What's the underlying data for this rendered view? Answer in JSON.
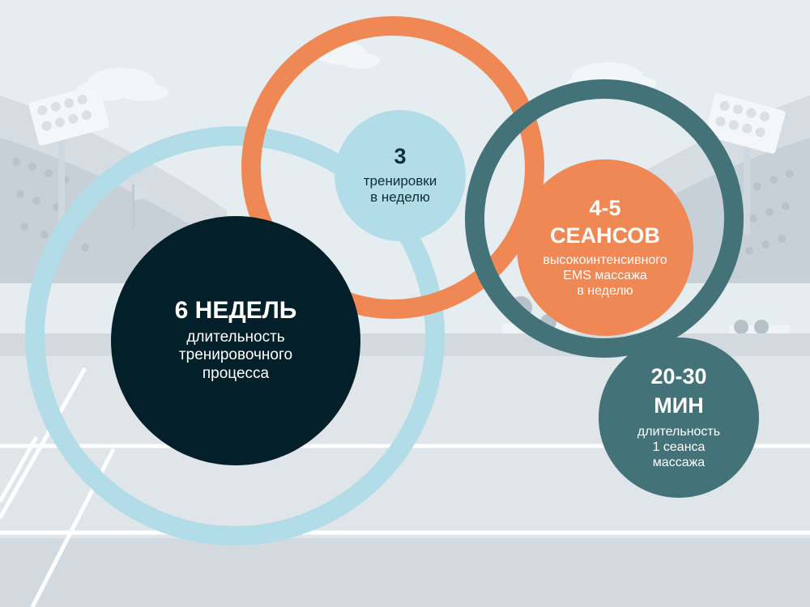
{
  "colors": {
    "light_blue": "#b2dce7",
    "orange": "#ef8855",
    "teal": "#437379",
    "navy": "#03202a",
    "background": "#e6edf1"
  },
  "bubbles": {
    "weeks": {
      "value": "6 НЕДЕЛЬ",
      "line1": "длительность",
      "line2": "тренировочного",
      "line3": "процесса"
    },
    "trainings": {
      "value": "3",
      "line1": "тренировки",
      "line2": "в неделю"
    },
    "sessions": {
      "value1": "4-5",
      "value2": "СЕАНСОВ",
      "line1": "высокоинтенсивного",
      "line2": "EMS массажа",
      "line3": "в неделю"
    },
    "minutes": {
      "value1": "20-30",
      "value2": "МИН",
      "line1": "длительность",
      "line2": "1 сеанса",
      "line3": "массажа"
    }
  }
}
